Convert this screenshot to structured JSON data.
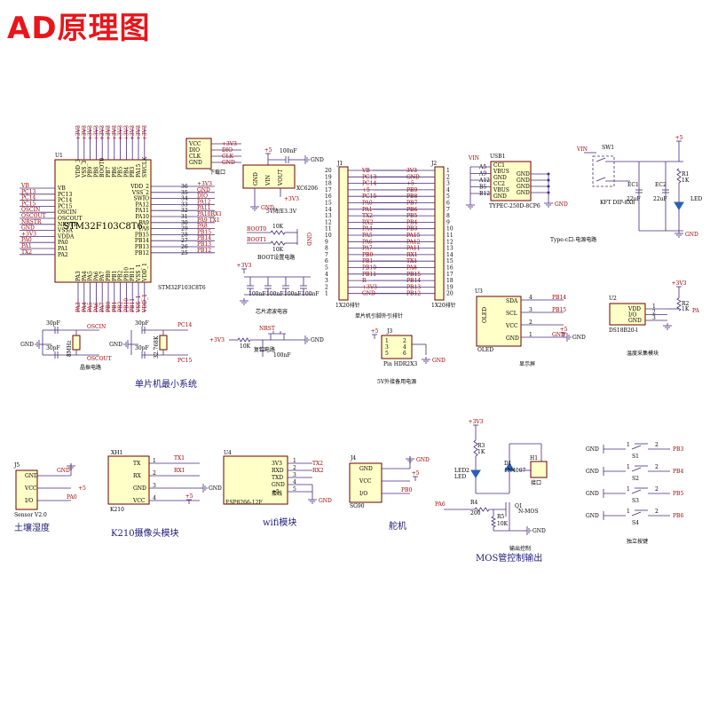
{
  "title": "AD原理图",
  "mcu": {
    "ref": "U1",
    "part": "STM32F103C8T6",
    "left_pins": [
      "VB",
      "PC13",
      "PC14",
      "PC15",
      "OSCIN",
      "OSCOUT",
      "NRSTR",
      "VSSA",
      "VDDA",
      "PA0",
      "PA1",
      "PA2"
    ],
    "left_nets": [
      "VB",
      "PC13",
      "PC14",
      "PC15",
      "OSCIN",
      "OSCOUT",
      "NRSTR",
      "GND",
      "+3V3",
      "PA0",
      "PA1",
      "TX2"
    ],
    "right_nums": [
      "36",
      "35",
      "34",
      "33",
      "32",
      "31",
      "30",
      "29",
      "28",
      "27",
      "26",
      "25"
    ],
    "right_pins": [
      "VDD_2",
      "VSS_2",
      "SWIO",
      "PA12",
      "PA11",
      "PA10",
      "PA9",
      "PA8",
      "PB15",
      "PB14",
      "PB13",
      "PB12"
    ],
    "right_nets": [
      "+3V3",
      "GND",
      "DIO",
      "PA12",
      "PA11",
      "PA10RX1",
      "PA9 TX1",
      "PA8",
      "PB15",
      "PB14",
      "PB13",
      "PB12"
    ],
    "top_pins": [
      "VDD_3",
      "VSS_3",
      "PB9",
      "PB8",
      "BOOT0",
      "PB7",
      "PB6",
      "PB5",
      "PB4",
      "PB3",
      "PA15",
      "SWCLK"
    ],
    "bottom_pins": [
      "PA3",
      "PA4",
      "PA5",
      "PA6",
      "PA7",
      "PB0",
      "PB1",
      "PB2",
      "PB10",
      "PB11",
      "VSS_1",
      "VDD_1"
    ]
  },
  "download": {
    "pins": [
      "VCC",
      "DIO",
      "CLK",
      "GND"
    ],
    "nets": [
      "+3V3",
      "DIO",
      "CLK",
      "GND"
    ],
    "caption": "下载口"
  },
  "regulator": {
    "part": "XC6206",
    "pins": [
      "GND",
      "VIN",
      "VOUT"
    ],
    "cap": "100nF",
    "caption": "5V降压3.3V",
    "vin": "+5",
    "vout": "+3V3",
    "gnd": "GND"
  },
  "boot": {
    "labels": [
      "BOOT0",
      "BOOT1"
    ],
    "res": [
      "10K",
      "10K"
    ],
    "caption": "BOOT设置电路",
    "gnd": "GND"
  },
  "filter": {
    "net": "+3V3",
    "caps": [
      "100nF",
      "100nF",
      "100nF",
      "100nF"
    ],
    "caption": "芯片滤波电容"
  },
  "crystal": {
    "main_freq": "8MHz",
    "rtc_freq": "32.768K",
    "osc_in": "OSCIN",
    "osc_out": "OSCOUT",
    "pc14": "PC14",
    "pc15": "PC15",
    "caps": [
      "30pF",
      "30pF",
      "30pF",
      "30pF"
    ],
    "caption": "晶振电路",
    "gnd": "GND"
  },
  "reset": {
    "net": "NRST",
    "vcc": "+3V3",
    "res": "10K",
    "cap": "100nF",
    "caption": "复位电路",
    "gnd": "GND"
  },
  "min_system_caption": "单片机最小系统",
  "headers": {
    "j1": {
      "ref": "J1",
      "part": "1X20排针",
      "nums": [
        "20",
        "19",
        "18",
        "17",
        "16",
        "15",
        "14",
        "13",
        "12",
        "11",
        "10",
        "9",
        "8",
        "7",
        "6",
        "5",
        "4",
        "3",
        "2",
        "1"
      ],
      "nets": [
        "VB",
        "PC13",
        "PC14",
        "+5",
        "PC15",
        "PA0",
        "PA1",
        "TX2",
        "RX2",
        "PA4",
        "PA5",
        "PA6",
        "PA7",
        "PB0",
        "PB1",
        "PB10",
        "PB11",
        "R",
        "+3V3",
        "GND"
      ]
    },
    "j2": {
      "ref": "J2",
      "part": "1X20排针",
      "nums": [
        "1",
        "2",
        "3",
        "4",
        "5",
        "6",
        "7",
        "8",
        "9",
        "10",
        "11",
        "12",
        "13",
        "14",
        "15",
        "16",
        "17",
        "18",
        "19",
        "20"
      ],
      "nets": [
        "3V3",
        "GND",
        "+5",
        "PB9",
        "PB8",
        "PB7",
        "PB6",
        "PB5",
        "PB4",
        "PB3",
        "PA15",
        "PA12",
        "PA11",
        "RX1",
        "TX1",
        "PA8",
        "PB15",
        "PB14",
        "PB13",
        "PB12"
      ]
    },
    "caption": "单片机引脚外引排针"
  },
  "usb": {
    "ref": "USB1",
    "part": "TYPEC-250D-8CP6",
    "vin": "VIN",
    "left_nums": [
      "A5",
      "A9",
      "A12",
      "B5",
      "B12"
    ],
    "pins": [
      "CC1",
      "VBUS",
      "GND",
      "CC2",
      "VBUS",
      "GND"
    ],
    "right": [
      "GND",
      "GND",
      "GND",
      "GND"
    ],
    "gnd": "GND"
  },
  "power": {
    "vin": "VIN",
    "sw": "SW1",
    "sw_part": "KFT DIP-8X8",
    "ec1": "EC1",
    "ec2": "EC2",
    "ec_val": "22uF",
    "r1": "R1",
    "r1_val": "1K",
    "led": "LED",
    "net": "+5",
    "caption": "Type-c口-电源电路",
    "gnd": "GND"
  },
  "oled": {
    "ref": "U3",
    "part": "OLED",
    "pins": [
      "SDA",
      "SCL",
      "VCC",
      "GND"
    ],
    "nums": [
      "4",
      "3",
      "2",
      "1"
    ],
    "nets": [
      "PB14",
      "PB15",
      "",
      "GND"
    ],
    "caption": "显示屏"
  },
  "ds18b20": {
    "ref": "U2",
    "part": "DS18B20-l",
    "pins": [
      "VDD",
      "I/O",
      "GND"
    ],
    "nums": [
      "1",
      "2",
      "3"
    ],
    "r": "R2",
    "r_val": "1K",
    "net": "+3V3",
    "io": "PA",
    "caption": "温度采集模块"
  },
  "ext5v": {
    "ref": "J3",
    "part": "Pin HDR2X3",
    "nums": [
      "1",
      "2",
      "3",
      "4",
      "5",
      "6"
    ],
    "net": "+5",
    "gnd": "GND",
    "caption": "5V外接备用电源"
  },
  "soil": {
    "ref": "J5",
    "part": "Sensor V2.0",
    "pins": [
      "GND",
      "VCC",
      "I/O"
    ],
    "nets": [
      "GND",
      "+5",
      "PA0"
    ],
    "caption": "土壤湿度"
  },
  "k210": {
    "ref": "XH1",
    "part": "K210",
    "pins": [
      "TX",
      "RX",
      "GND",
      "VCC"
    ],
    "nums": [
      "1",
      "2",
      "3",
      "4"
    ],
    "nets": [
      "TX1",
      "RX1",
      "GND",
      "+5"
    ],
    "caption": "K210摄像头模块"
  },
  "wifi": {
    "ref": "U4",
    "part": "ESP8266-12F",
    "pins": [
      "3V3",
      "RXD",
      "TXD",
      "GND",
      "+5"
    ],
    "nums": [
      "1",
      "2",
      "3",
      "4",
      "5"
    ],
    "nets": [
      "TX2",
      "RX2",
      "",
      "GND"
    ],
    "note": "接线",
    "caption": "wifi模块"
  },
  "servo": {
    "ref": "J4",
    "part": "SG90",
    "pins": [
      "GND",
      "VCC",
      "I/O"
    ],
    "nets": [
      "GND",
      "+5",
      "PB0"
    ],
    "caption": "舵机"
  },
  "mos": {
    "net": "+3V3",
    "r3": "R3",
    "r3_val": "1K",
    "led2": "LED2",
    "led": "LED",
    "d1": "D1",
    "d1_part": "1N4007",
    "h1": "H1",
    "h1_part": "接口",
    "pa6": "PA6",
    "r4": "R4",
    "r4_val": "200",
    "r5": "R5",
    "r5_val": "10K",
    "q1": "Q1",
    "q1_part": "N-MOS",
    "gnd": "GND",
    "caption_out": "输出控制",
    "caption": "MOS管控制输出"
  },
  "keys": {
    "gnd": "GND",
    "refs": [
      "S1",
      "S2",
      "S3",
      "S4"
    ],
    "nets": [
      "PB3",
      "PB4",
      "PB5",
      "PB6"
    ],
    "caption": "独立按键"
  }
}
